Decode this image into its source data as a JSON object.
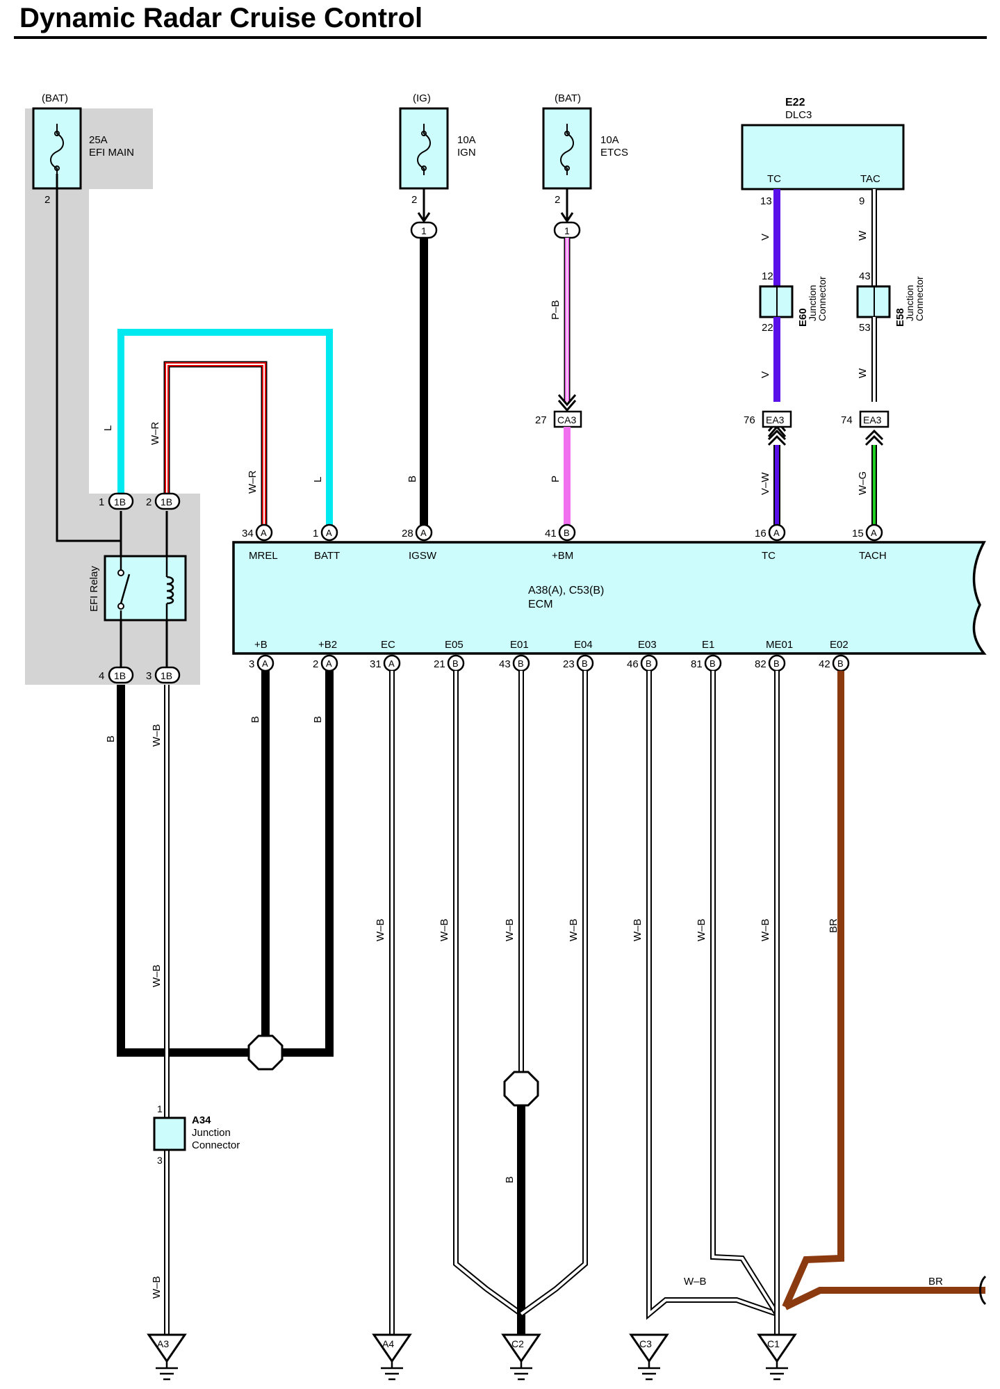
{
  "title": "Dynamic Radar Cruise Control",
  "colors": {
    "shade": "#d4d4d4",
    "component_fill": "#ccfcfc",
    "wire_black": "#000000",
    "wire_blue_L": "#00e8f0",
    "wire_red": "#e00000",
    "wire_pink": "#f070f0",
    "wire_violet": "#5a10e8",
    "wire_green": "#20d020",
    "wire_brown": "#8b3a10"
  },
  "fuses": [
    {
      "source": "(BAT)",
      "rating": "25A",
      "name": "EFI MAIN",
      "pin": "2"
    },
    {
      "source": "(IG)",
      "rating": "10A",
      "name": "IGN",
      "pin": "2",
      "conn_pin": "1"
    },
    {
      "source": "(BAT)",
      "rating": "10A",
      "name": "ETCS",
      "pin": "2",
      "conn_pin": "1"
    }
  ],
  "dlc": {
    "id": "E22",
    "name": "DLC3",
    "pins": [
      "TC",
      "TAC"
    ],
    "tc_pin": "13",
    "tac_pin": "9"
  },
  "junction_connectors": [
    {
      "id": "E60",
      "name": "Junction\nConnector",
      "pin_in": "12",
      "pin_out": "22"
    },
    {
      "id": "E58",
      "name": "Junction\nConnector",
      "pin_in": "43",
      "pin_out": "53"
    },
    {
      "id": "A34",
      "name": "Junction",
      "name2": "Connector",
      "pin_in": "1",
      "pin_out": "3"
    }
  ],
  "inline_connectors": [
    {
      "label": "CA3",
      "pin": "27"
    },
    {
      "label": "EA3",
      "pin": "76"
    },
    {
      "label": "EA3",
      "pin": "74"
    }
  ],
  "relay": {
    "name": "EFI Relay",
    "connector": "1B",
    "pins_top": [
      "1",
      "2"
    ],
    "pins_bottom": [
      "4",
      "3"
    ]
  },
  "ecm": {
    "id": "A38(A), C53(B)",
    "name": "ECM",
    "top_pins": [
      {
        "num": "34",
        "conn": "A",
        "name": "MREL"
      },
      {
        "num": "1",
        "conn": "A",
        "name": "BATT"
      },
      {
        "num": "28",
        "conn": "A",
        "name": "IGSW"
      },
      {
        "num": "41",
        "conn": "B",
        "name": "+BM"
      },
      {
        "num": "16",
        "conn": "A",
        "name": "TC"
      },
      {
        "num": "15",
        "conn": "A",
        "name": "TACH"
      }
    ],
    "bottom_pins": [
      {
        "num": "3",
        "conn": "A",
        "name": "+B"
      },
      {
        "num": "2",
        "conn": "A",
        "name": "+B2"
      },
      {
        "num": "31",
        "conn": "A",
        "name": "EC"
      },
      {
        "num": "21",
        "conn": "B",
        "name": "E05"
      },
      {
        "num": "43",
        "conn": "B",
        "name": "E01"
      },
      {
        "num": "23",
        "conn": "B",
        "name": "E04"
      },
      {
        "num": "46",
        "conn": "B",
        "name": "E03"
      },
      {
        "num": "81",
        "conn": "B",
        "name": "E1"
      },
      {
        "num": "82",
        "conn": "B",
        "name": "ME01"
      },
      {
        "num": "42",
        "conn": "B",
        "name": "E02"
      }
    ]
  },
  "wire_colors": {
    "efi_l": "L",
    "efi_wr": "W–R",
    "ecm_wr": "W–R",
    "ecm_l": "L",
    "ign_b": "B",
    "etcs_pb": "P–B",
    "etcs_p": "P",
    "tc_v1": "V",
    "tc_v2": "V",
    "tc_vw": "V–W",
    "tac_w1": "W",
    "tac_w2": "W",
    "tac_wg": "W–G",
    "relay_b": "B",
    "relay_wb": "W–B",
    "relay_wb2": "W–B",
    "relay_wb3": "W–B",
    "b_plus": "B",
    "b2_plus": "B",
    "e01_b": "B",
    "ground_wb": "W–B",
    "e02_br": "BR",
    "br_out": "BR",
    "c3_wb": "W–B"
  },
  "grounds": [
    "A3",
    "A4",
    "C2",
    "C3",
    "C1"
  ]
}
